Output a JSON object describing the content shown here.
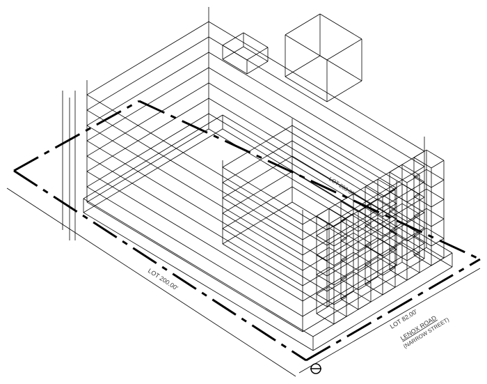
{
  "drawing": {
    "line_color": "#000000",
    "background": "#ffffff",
    "labels": {
      "lot_long": "LOT 200.00'",
      "lot_mid": "LOT 200.00'",
      "lot_short": "LOT 82.00'",
      "street_name": "LENOX ROAD",
      "street_type": "(NARROW STREET)"
    },
    "north_arrow_icon": "north-arrow-icon"
  }
}
